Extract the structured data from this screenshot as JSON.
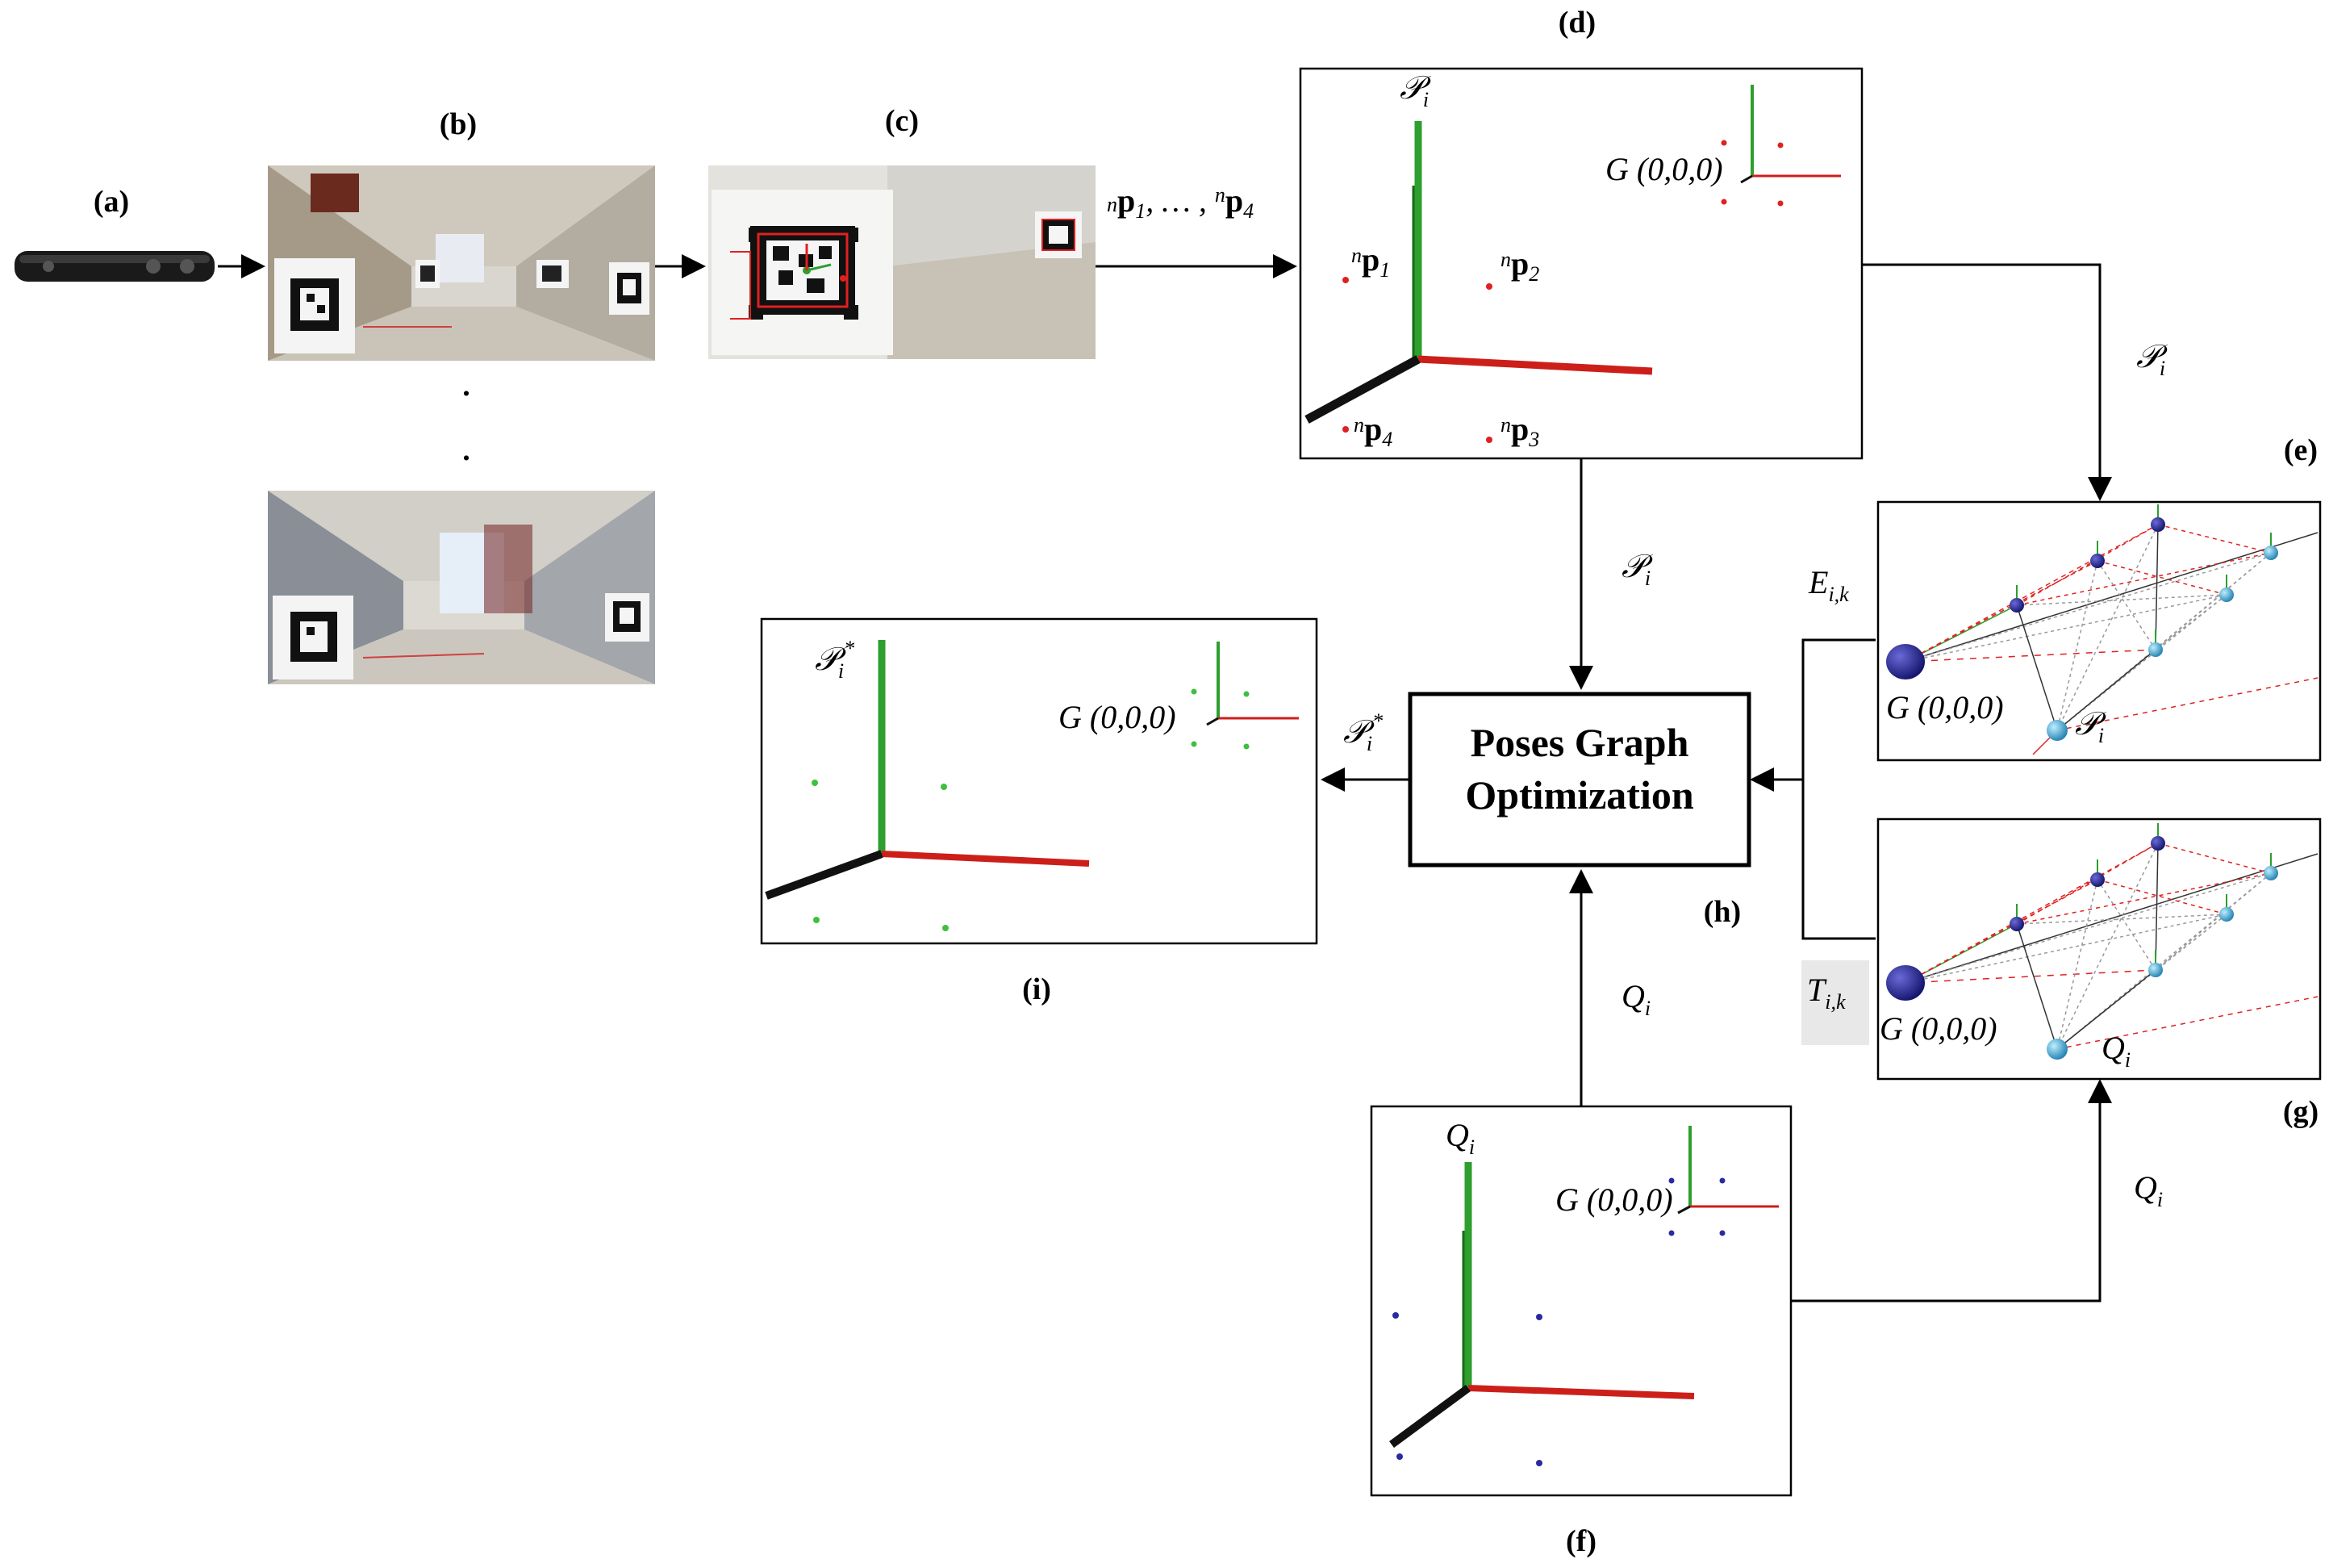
{
  "labels": {
    "a": "(a)",
    "b": "(b)",
    "c": "(c)",
    "d": "(d)",
    "e": "(e)",
    "f": "(f)",
    "g": "(g)",
    "h": "(h)",
    "i": "(i)"
  },
  "optimizer": {
    "line1": "Poses Graph",
    "line2": "Optimization"
  },
  "origin": "G (0,0,0)",
  "symbols": {
    "P": "𝒫",
    "i": "i",
    "star": "*",
    "Q": "Q",
    "E": "E",
    "T": "T",
    "ik": "i,k",
    "n": "n",
    "p": "p",
    "p1": "1",
    "p2": "2",
    "p3": "3",
    "p4": "4",
    "seq": "p₁, … , ⁿp₄",
    "dot": "."
  },
  "colors": {
    "axis_x": "#cc1f1a",
    "axis_y": "#2e9e2e",
    "axis_z": "#111111",
    "point_d": "#e02020",
    "point_i": "#3fbf3f",
    "point_f": "#2a2aa0",
    "node_dark": "#1c1c8a",
    "node_light": "#3aa8d8"
  }
}
